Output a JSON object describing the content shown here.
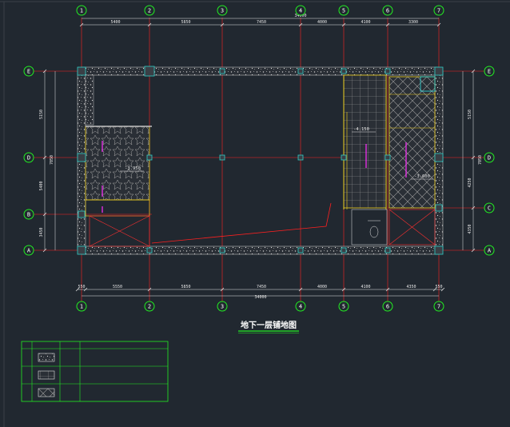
{
  "drawing": {
    "title": "地下一层铺地图",
    "total_dimension": "34000",
    "colors": {
      "background": "#212830",
      "axis": "#ff2020",
      "dimension": "#e6e6e6",
      "grid_circle": "#22ee22",
      "wall": "#bfbfbf",
      "column": "#2fd0c8",
      "finish_line": "#f0d020",
      "magenta": "#ff30ff",
      "cyan": "#30e0e0",
      "title": "#ffffff",
      "title_underline": "#22ee22",
      "legend_border": "#22ee22"
    }
  },
  "axes": {
    "columns": [
      "1",
      "2",
      "3",
      "4",
      "5",
      "6",
      "7"
    ],
    "rows_left": [
      "E",
      "D",
      "B",
      "A"
    ],
    "rows_right": [
      "E",
      "D",
      "C",
      "A"
    ]
  },
  "dims": {
    "top": [
      "5400",
      "5850",
      "7450",
      "4000",
      "4100",
      "3300"
    ],
    "bottom_inner": [
      "550",
      "5550",
      "5850",
      "7450",
      "4000",
      "4100",
      "4350",
      "550"
    ],
    "bottom_total": "34000",
    "left": [
      "5150",
      "5400",
      "3450"
    ],
    "left_total": "7050",
    "right": [
      "5150",
      "4250",
      "4350"
    ],
    "right_total": "7050"
  },
  "elevations": {
    "left_room": "-3.950",
    "center_room": "-4.150",
    "right_room": "-3.600"
  },
  "legend": {
    "rows": [
      {
        "icon": "terrazzo-icon",
        "label": ""
      },
      {
        "icon": "tile-grid-icon",
        "label": ""
      },
      {
        "icon": "herringbone-icon",
        "label": ""
      }
    ]
  }
}
